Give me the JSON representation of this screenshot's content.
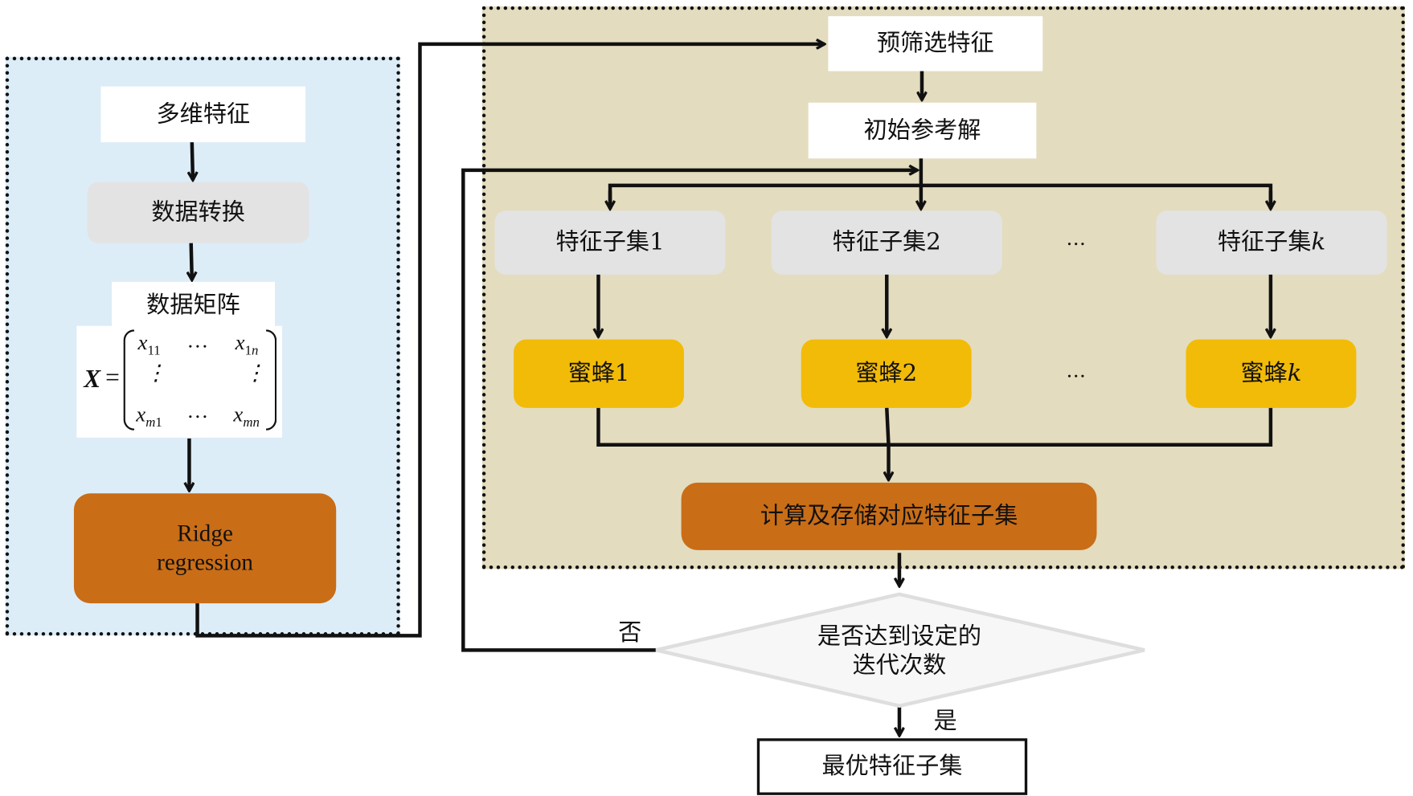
{
  "left_panel": {
    "multi_features": "多维特征",
    "data_transform": "数据转换",
    "data_matrix": "数据矩阵",
    "matrix": {
      "symbol": "X",
      "equals": "=",
      "x11": "x",
      "x11_sub": "11",
      "x1n": "x",
      "x1n_sub_num": "1",
      "x1n_sub_var": "n",
      "xm1": "x",
      "xm1_sub_var": "m",
      "xm1_sub_num": "1",
      "xmn": "x",
      "xmn_sub": "mn",
      "hdots": "…",
      "vdots": "⋮"
    },
    "ridge_line1": "Ridge",
    "ridge_line2": "regression"
  },
  "right_panel": {
    "prefilter": "预筛选特征",
    "initial_solution": "初始参考解",
    "subsets": [
      {
        "label": "特征子集",
        "index": "1",
        "italic": false
      },
      {
        "label": "特征子集",
        "index": "2",
        "italic": false
      },
      {
        "label": "特征子集",
        "index": "k",
        "italic": true
      }
    ],
    "bees": [
      {
        "label": "蜜蜂",
        "index": "1",
        "italic": false
      },
      {
        "label": "蜜蜂",
        "index": "2",
        "italic": false
      },
      {
        "label": "蜜蜂",
        "index": "k",
        "italic": true
      }
    ],
    "ellipsis": "…",
    "compute_store": "计算及存储对应特征子集"
  },
  "decision": {
    "line1": "是否达到设定的",
    "line2": "迭代次数",
    "no_label": "否",
    "yes_label": "是"
  },
  "result": "最优特征子集",
  "colors": {
    "left_panel_bg": "#dcedf8",
    "right_panel_bg": "#e3dcbf",
    "grey_box": "#e3e3e3",
    "bee_box": "#f2bb07",
    "orange_box": "#c96d17"
  }
}
